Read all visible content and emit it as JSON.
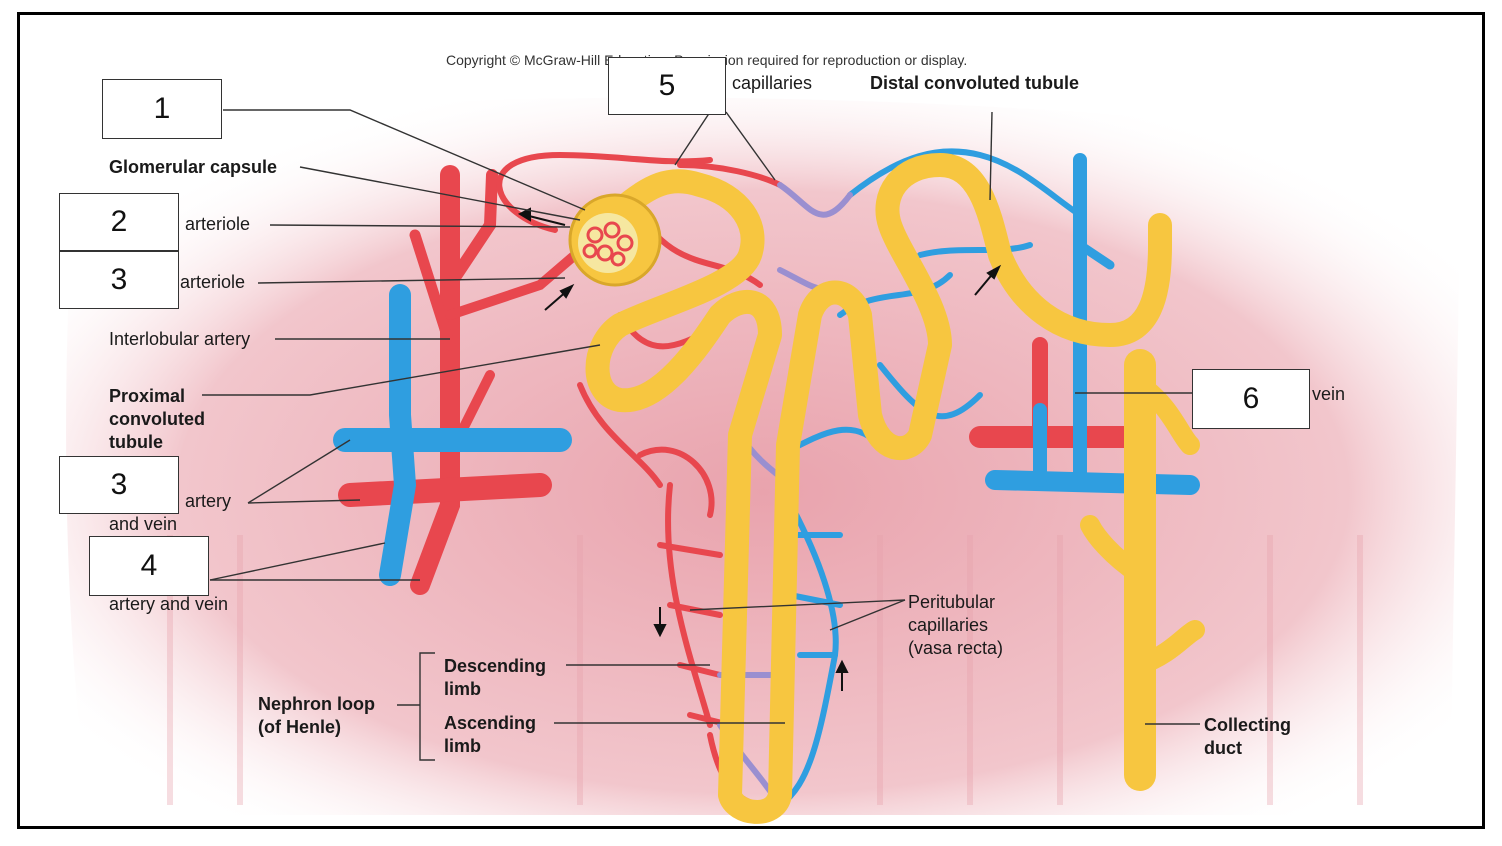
{
  "copyright": "Copyright © McGraw-Hill Education. Permission required for reproduction or display.",
  "colors": {
    "artery": "#e8474e",
    "vein": "#2f9ee0",
    "capillary_mix": "#9a8fd0",
    "tubule": "#f7c640",
    "tissue": "#f2b8c0"
  },
  "labels": {
    "capillaries": "capillaries",
    "distal_convoluted_tubule": "Distal convoluted tubule",
    "glomerular_capsule": "Glomerular capsule",
    "afferent_partial": "arteriole",
    "efferent_partial": "arteriole",
    "interlobular_artery": "Interlobular artery",
    "proximal_line1": "Proximal",
    "proximal_line2": "convoluted",
    "proximal_line3": "tubule",
    "arcuate_partial": "artery",
    "arcuate_line2": "and vein",
    "interlobar_partial": "artery and vein",
    "vein_partial": "vein",
    "peritubular_line1": "Peritubular",
    "peritubular_line2": "capillaries",
    "peritubular_line3": "(vasa recta)",
    "descending_line1": "Descending",
    "descending_line2": "limb",
    "ascending_line1": "Ascending",
    "ascending_line2": "limb",
    "nephron_loop_line1": "Nephron loop",
    "nephron_loop_line2": "(of Henle)",
    "collecting_line1": "Collecting",
    "collecting_line2": "duct"
  },
  "answer_boxes": [
    "1",
    "2",
    "3",
    "3",
    "4",
    "5",
    "6"
  ]
}
